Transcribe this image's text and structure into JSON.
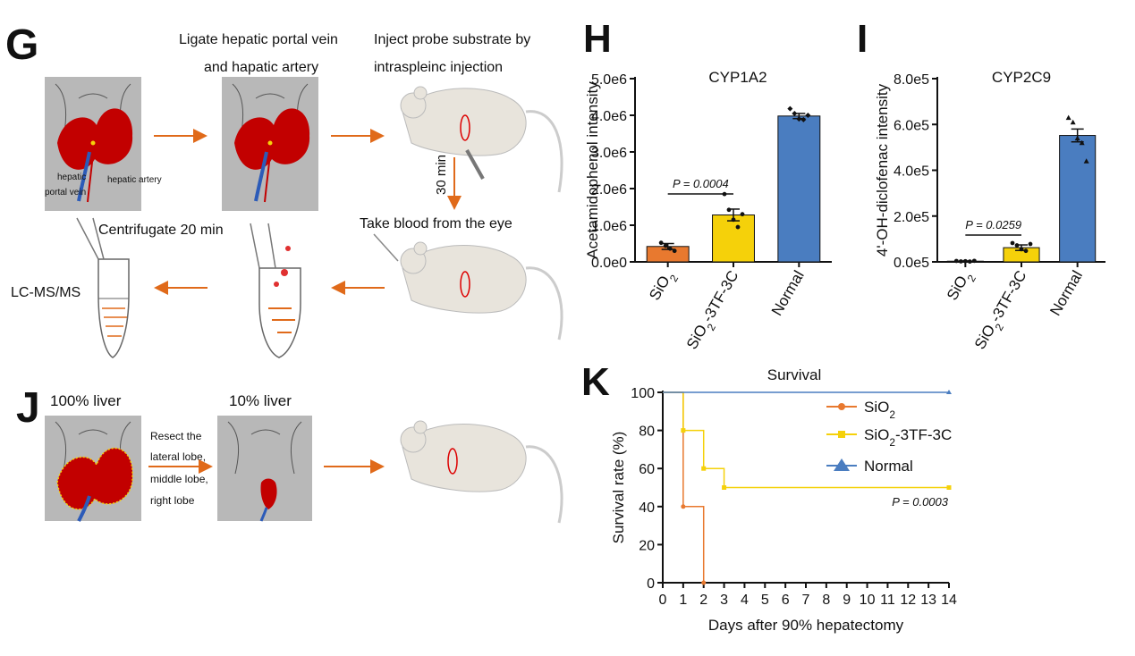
{
  "panel_g": {
    "letter": "G",
    "step1_line1": "Ligate hepatic portal vein",
    "step1_line2": "and hapatic artery",
    "step2_line1": "Inject probe substrate by",
    "step2_line2": "intraspleinc injection",
    "label_hepatic": "hepatic",
    "label_portal_vein": "portal vein",
    "label_hepatic_artery": "hepatic artery",
    "wait": "30 min",
    "take_blood": "Take blood from the eye",
    "centrifugate": "Centrifugate 20 min",
    "lcms": "LC-MS/MS"
  },
  "panel_j": {
    "letter": "J",
    "label_100": "100% liver",
    "label_10": "10% liver",
    "resect_1": "Resect the",
    "resect_2": "lateral lobe,",
    "resect_3": "middle lobe,",
    "resect_4": "right lobe"
  },
  "colors": {
    "orange": "#E8792F",
    "yellow": "#F5D10A",
    "blue": "#4A7DC0",
    "liver_red": "#C20000",
    "body_gray": "#B8B8B8",
    "arrow": "#E06A1A"
  },
  "chart_data": [
    {
      "panel": "H",
      "type": "bar",
      "title": "CYP1A2",
      "ylabel": "Acetamidophenol intensity",
      "xlabel": "",
      "categories": [
        "SiO2",
        "SiO2-3TF-3C",
        "Normal"
      ],
      "values": [
        420000,
        1280000,
        3980000
      ],
      "errors": [
        80000,
        160000,
        70000
      ],
      "points": [
        [
          520000,
          440000,
          360000,
          300000
        ],
        [
          1850000,
          1420000,
          1150000,
          950000,
          1300000
        ],
        [
          4180000,
          4050000,
          3900000,
          3880000,
          4000000
        ]
      ],
      "ylim": [
        0,
        5000000
      ],
      "yticks": [
        "0.0e0",
        "1.0e6",
        "2.0e6",
        "3.0e6",
        "4.0e6",
        "5.0e6"
      ],
      "annotation": "P = 0.0004"
    },
    {
      "panel": "I",
      "type": "bar",
      "title": "CYP2C9",
      "ylabel": "4'-OH-diclofenac intensity",
      "xlabel": "",
      "categories": [
        "SiO2",
        "SiO2-3TF-3C",
        "Normal"
      ],
      "values": [
        3000,
        62000,
        552000
      ],
      "errors": [
        1000,
        12000,
        28000
      ],
      "points": [
        [
          4000,
          2000,
          3000,
          1500,
          4500
        ],
        [
          82000,
          72000,
          55000,
          48000,
          78000
        ],
        [
          630000,
          610000,
          540000,
          520000,
          440000
        ]
      ],
      "ylim": [
        0,
        800000
      ],
      "yticks": [
        "0.0e5",
        "2.0e5",
        "4.0e5",
        "6.0e5",
        "8.0e5"
      ],
      "annotation": "P = 0.0259"
    },
    {
      "panel": "K",
      "type": "line",
      "title": "Survival",
      "xlabel": "Days after 90% hepatectomy",
      "ylabel": "Survival rate (%)",
      "xlim": [
        0,
        14
      ],
      "ylim": [
        0,
        100
      ],
      "xticks": [
        "0",
        "1",
        "2",
        "3",
        "4",
        "5",
        "6",
        "7",
        "8",
        "9",
        "10",
        "11",
        "12",
        "13",
        "14"
      ],
      "yticks": [
        "0",
        "20",
        "40",
        "60",
        "80",
        "100"
      ],
      "series": [
        {
          "name": "SiO2",
          "color": "#E8792F",
          "steps": [
            [
              0,
              100
            ],
            [
              1,
              100
            ],
            [
              1,
              40
            ],
            [
              2,
              40
            ],
            [
              2,
              0
            ]
          ],
          "marks": [
            [
              1,
              40
            ],
            [
              2,
              0
            ]
          ]
        },
        {
          "name": "SiO2-3TF-3C",
          "color": "#F5D10A",
          "steps": [
            [
              0,
              100
            ],
            [
              1,
              100
            ],
            [
              1,
              80
            ],
            [
              2,
              80
            ],
            [
              2,
              60
            ],
            [
              3,
              60
            ],
            [
              3,
              50
            ],
            [
              14,
              50
            ]
          ],
          "marks": [
            [
              1,
              80
            ],
            [
              2,
              60
            ],
            [
              3,
              50
            ],
            [
              14,
              50
            ]
          ]
        },
        {
          "name": "Normal",
          "color": "#4A7DC0",
          "steps": [
            [
              0,
              100
            ],
            [
              14,
              100
            ]
          ],
          "marks": [
            [
              14,
              100
            ]
          ]
        }
      ],
      "annotation": "P = 0.0003"
    }
  ]
}
